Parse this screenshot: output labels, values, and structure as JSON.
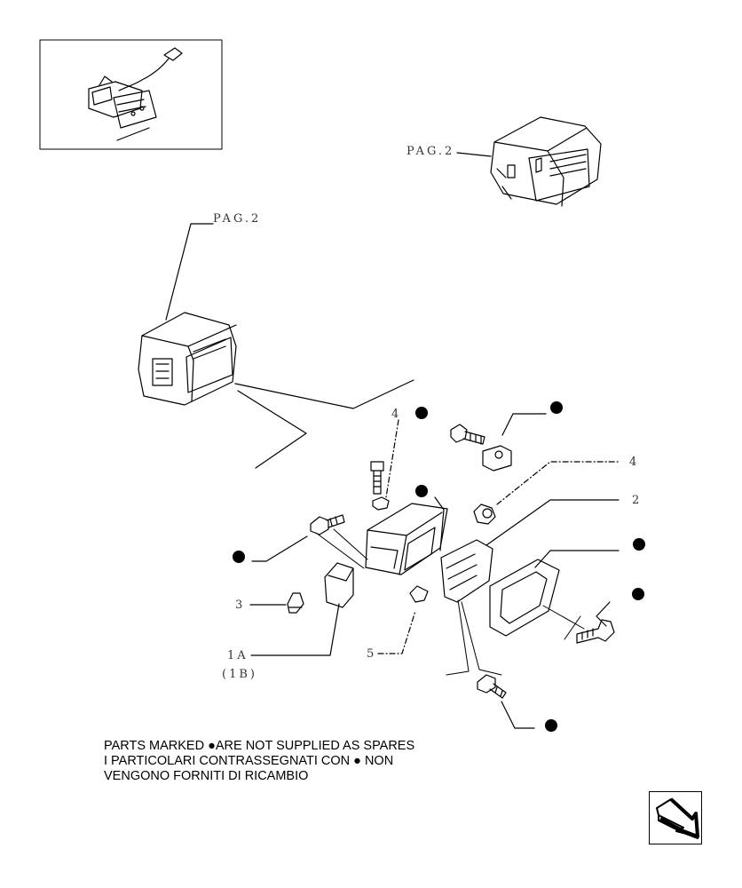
{
  "labels": {
    "pag_upper": "PAG.2",
    "pag_left": "PAG.2",
    "item_4_top": "4",
    "item_4_right": "4",
    "item_2": "2",
    "item_3": "3",
    "item_5": "5",
    "item_1a": "1A",
    "item_1b": "(1B)"
  },
  "notes": {
    "line1": "PARTS MARKED ●ARE NOT SUPPLIED AS SPARES",
    "line2": "I PARTICOLARI  CONTRASSEGNATI  CON  ● NON",
    "line3": "VENGONO FORNITI DI RICAMBIO"
  },
  "icons": {
    "next_page": "next-page-arrow-icon",
    "not_supplied_marker": "black-dot-marker"
  }
}
